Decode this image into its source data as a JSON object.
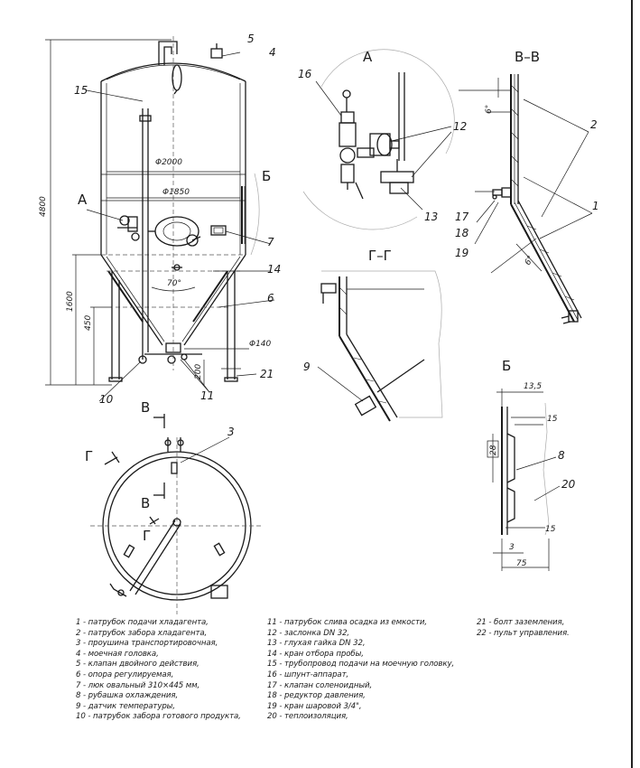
{
  "main_view": {
    "overall_height": "4800",
    "cone_height": "1600",
    "leg_height": "450",
    "outer_diameter": "Φ2000",
    "inner_diameter": "Φ1850",
    "cone_angle": "70°",
    "outlet_diameter": "Φ140",
    "bottom_clearance": "200",
    "section_label_b": "Б",
    "detail_label_a": "А",
    "callouts": [
      "15",
      "5",
      "4",
      "7",
      "14",
      "6",
      "21",
      "10",
      "11"
    ]
  },
  "detail_a": {
    "title": "А",
    "callouts": [
      "16",
      "12",
      "13"
    ]
  },
  "section_vv": {
    "title": "В–В",
    "angle_top": "6°",
    "angle_bottom": "6°",
    "callouts": [
      "2",
      "1",
      "17",
      "18",
      "19"
    ]
  },
  "section_gg": {
    "title": "Г–Г",
    "callouts": [
      "9"
    ]
  },
  "detail_b": {
    "title": "Б",
    "dims": [
      "13,5",
      "15",
      "28",
      "15",
      "3",
      "75"
    ],
    "callouts": [
      "8",
      "20"
    ]
  },
  "plan_view": {
    "section_v": "В",
    "section_g": "Г",
    "callouts": [
      "3"
    ]
  },
  "legend": {
    "col1": [
      "1 - патрубок подачи хладагента,",
      "2 - патрубок забора хладагента,",
      "3 - проушина транспортировочная,",
      "4 - моечная головка,",
      "5 - клапан двойного действия,",
      "6 - опора регулируемая,",
      "7 - люк овальный 310×445 мм,",
      "8 - рубашка охлаждения,",
      "9 - датчик температуры,",
      "10 - патрубок забора готового продукта,"
    ],
    "col2": [
      "11 - патрубок слива осадка из емкости,",
      "12 - заслонка DN 32,",
      "13 - глухая гайка DN 32,",
      "14 - кран отбора пробы,",
      "15 - трубопровод подачи на моечную головку,",
      "16 - шпунт-аппарат,",
      "17 - клапан соленоидный,",
      "18 - редуктор давления,",
      "19 - кран шаровой 3/4\",",
      "20 - теплоизоляция,"
    ],
    "col3": [
      "21 - болт заземления,",
      "22 - пульт управления."
    ]
  }
}
